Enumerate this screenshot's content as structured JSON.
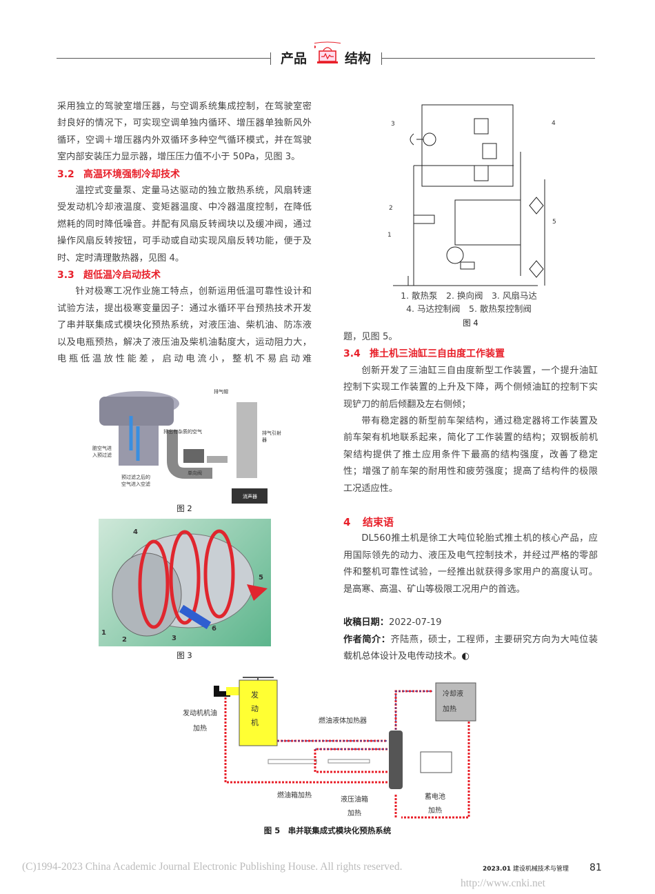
{
  "header": {
    "left": "产品",
    "right": "结构",
    "icon": "laptop-chart-icon",
    "accent": "#e8202a"
  },
  "left": {
    "p0": "采用独立的驾驶室增压器，与空调系统集成控制，在驾驶室密封良好的情况下，可实现空调单独内循环、增压器单独新风外循环，空调＋增压器内外双循环多种空气循环模式，并在驾驶室内部安装压力显示器，增压压力值不小于 50Pa，见图 3。",
    "s32_num": "3.2",
    "s32_title": "高温环境强制冷却技术",
    "p1": "温控式变量泵、定量马达驱动的独立散热系统，风扇转速受发动机冷却液温度、变矩器温度、中冷器温度控制，在降低燃耗的同时降低噪音。并配有风扇反转阀块以及缓冲阀，通过操作风扇反转按钮，可手动或自动实现风扇反转功能，便于及时、定时清理散热器，见图 4。",
    "s33_num": "3.3",
    "s33_title": "超低温冷启动技术",
    "p2": "针对极寒工况作业施工特点，创新运用低温可靠性设计和试验方法，提出极寒变量因子：通过水循环平台预热技术开发了串并联集成式模块化预热系统，对液压油、柴机油、防冻液以及电瓶预热，解决了液压油及柴机油黏度大，运动阻力大，电瓶低温放性能差，启动电流小，整机不易启动难"
  },
  "fig2": {
    "caption": "图 2",
    "labels": [
      "排气帽",
      "排出有杂质的空气",
      "排气引射器",
      "脏空气进入预过滤",
      "单向阀",
      "预过滤之后的空气进入空滤",
      "消声器"
    ]
  },
  "fig3": {
    "caption": "图 3",
    "labels": [
      "4",
      "5",
      "1",
      "2",
      "3",
      "6"
    ]
  },
  "fig4": {
    "caption": "图 4",
    "legend1": "1. 散热泵　2. 换向阀　3. 风扇马达",
    "legend2": "4. 马达控制阀　5. 散热泵控制阀",
    "labels": [
      "3",
      "4",
      "2",
      "1",
      "5"
    ]
  },
  "right": {
    "p0": "题，见图 5。",
    "s34_num": "3.4",
    "s34_title": "推土机三油缸三自由度工作装置",
    "p1": "创新开发了三油缸三自由度新型工作装置，一个提升油缸控制下实现工作装置的上升及下降，两个侧倾油缸的控制下实现铲刀的前后倾翻及左右侧倾；",
    "p2": "带有稳定器的新型前车架结构，通过稳定器将工作装置及前车架有机地联系起来，简化了工作装置的结构；双钢板前机架结构提供了推土应用条件下最高的结构强度，改善了稳定性；增强了前车架的耐用性和疲劳强度；提高了结构件的极限工况适应性。",
    "s4_num": "4",
    "s4_title": "结束语",
    "p3": "DL560推土机是徐工大吨位轮胎式推土机的核心产品，应用国际领先的动力、液压及电气控制技术，并经过严格的零部件和整机可靠性试验，一经推出就获得多家用户的高度认可。是高寒、高温、矿山等极限工况用户的首选。",
    "date_label": "收稿日期：",
    "date": "2022-07-19",
    "author_label": "作者简介：",
    "author": "齐陆燕，硕士，工程师，主要研究方向为大吨位装载机总体设计及电传动技术。"
  },
  "fig5": {
    "caption": "图 5　串并联集成式模块化预热系统",
    "engine": [
      "发",
      "动",
      "机"
    ],
    "coolant": [
      "冷却液",
      "加热"
    ],
    "engine_oil": [
      "发动机机油",
      "加热"
    ],
    "fuel_heater": "燃油液体加热器",
    "fuel_tank": "燃油箱加热",
    "hyd_tank": [
      "液压油箱",
      "加热"
    ],
    "battery": [
      "蓄电池",
      "加热"
    ]
  },
  "footer": {
    "copyright": "(C)1994-2023 China Academic Journal Electronic Publishing House. All rights reserved.",
    "url": "http://www.cnki.net",
    "issue": "2023.01",
    "journal": "建设机械技术与管理",
    "page": "81"
  }
}
